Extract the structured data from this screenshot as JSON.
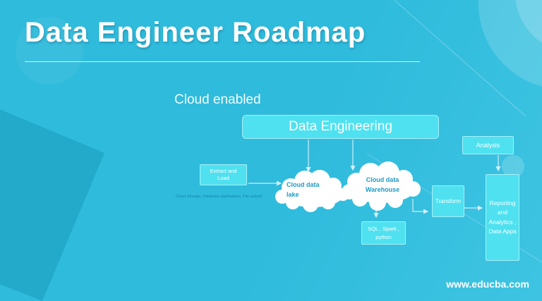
{
  "header": {
    "title": "Data Engineer Roadmap"
  },
  "section": {
    "label": "Cloud enabled"
  },
  "nodes": {
    "data_engineering": {
      "label": "Data Engineering"
    },
    "extract_load": {
      "line1": "Extract and",
      "line2": "Load"
    },
    "extract_caption": "Cloud Storage, Database applications, File upload",
    "cloud_data_lake": {
      "line1": "Cloud data",
      "line2": "lake"
    },
    "cloud_data_warehouse": {
      "line1": "Cloud data",
      "line2": "Warehouse"
    },
    "sql_spark_python": {
      "line1": "SQL , Spark ,",
      "line2": "python"
    },
    "transform": {
      "label": "Transform"
    },
    "analysis": {
      "label": "Analysis"
    },
    "reporting": {
      "line1": "Reporting",
      "line2": "and",
      "line3": "Analytics ,",
      "line4": "Data Apps"
    }
  },
  "footer": {
    "url": "www.educba.com"
  },
  "colors": {
    "background": "#2fbbdc",
    "node_fill": "#4fe1f0",
    "cloud_text": "#1b9cc5",
    "accent_dark": "#23aacb",
    "arrow": "#cfeff6",
    "white": "#ffffff"
  }
}
